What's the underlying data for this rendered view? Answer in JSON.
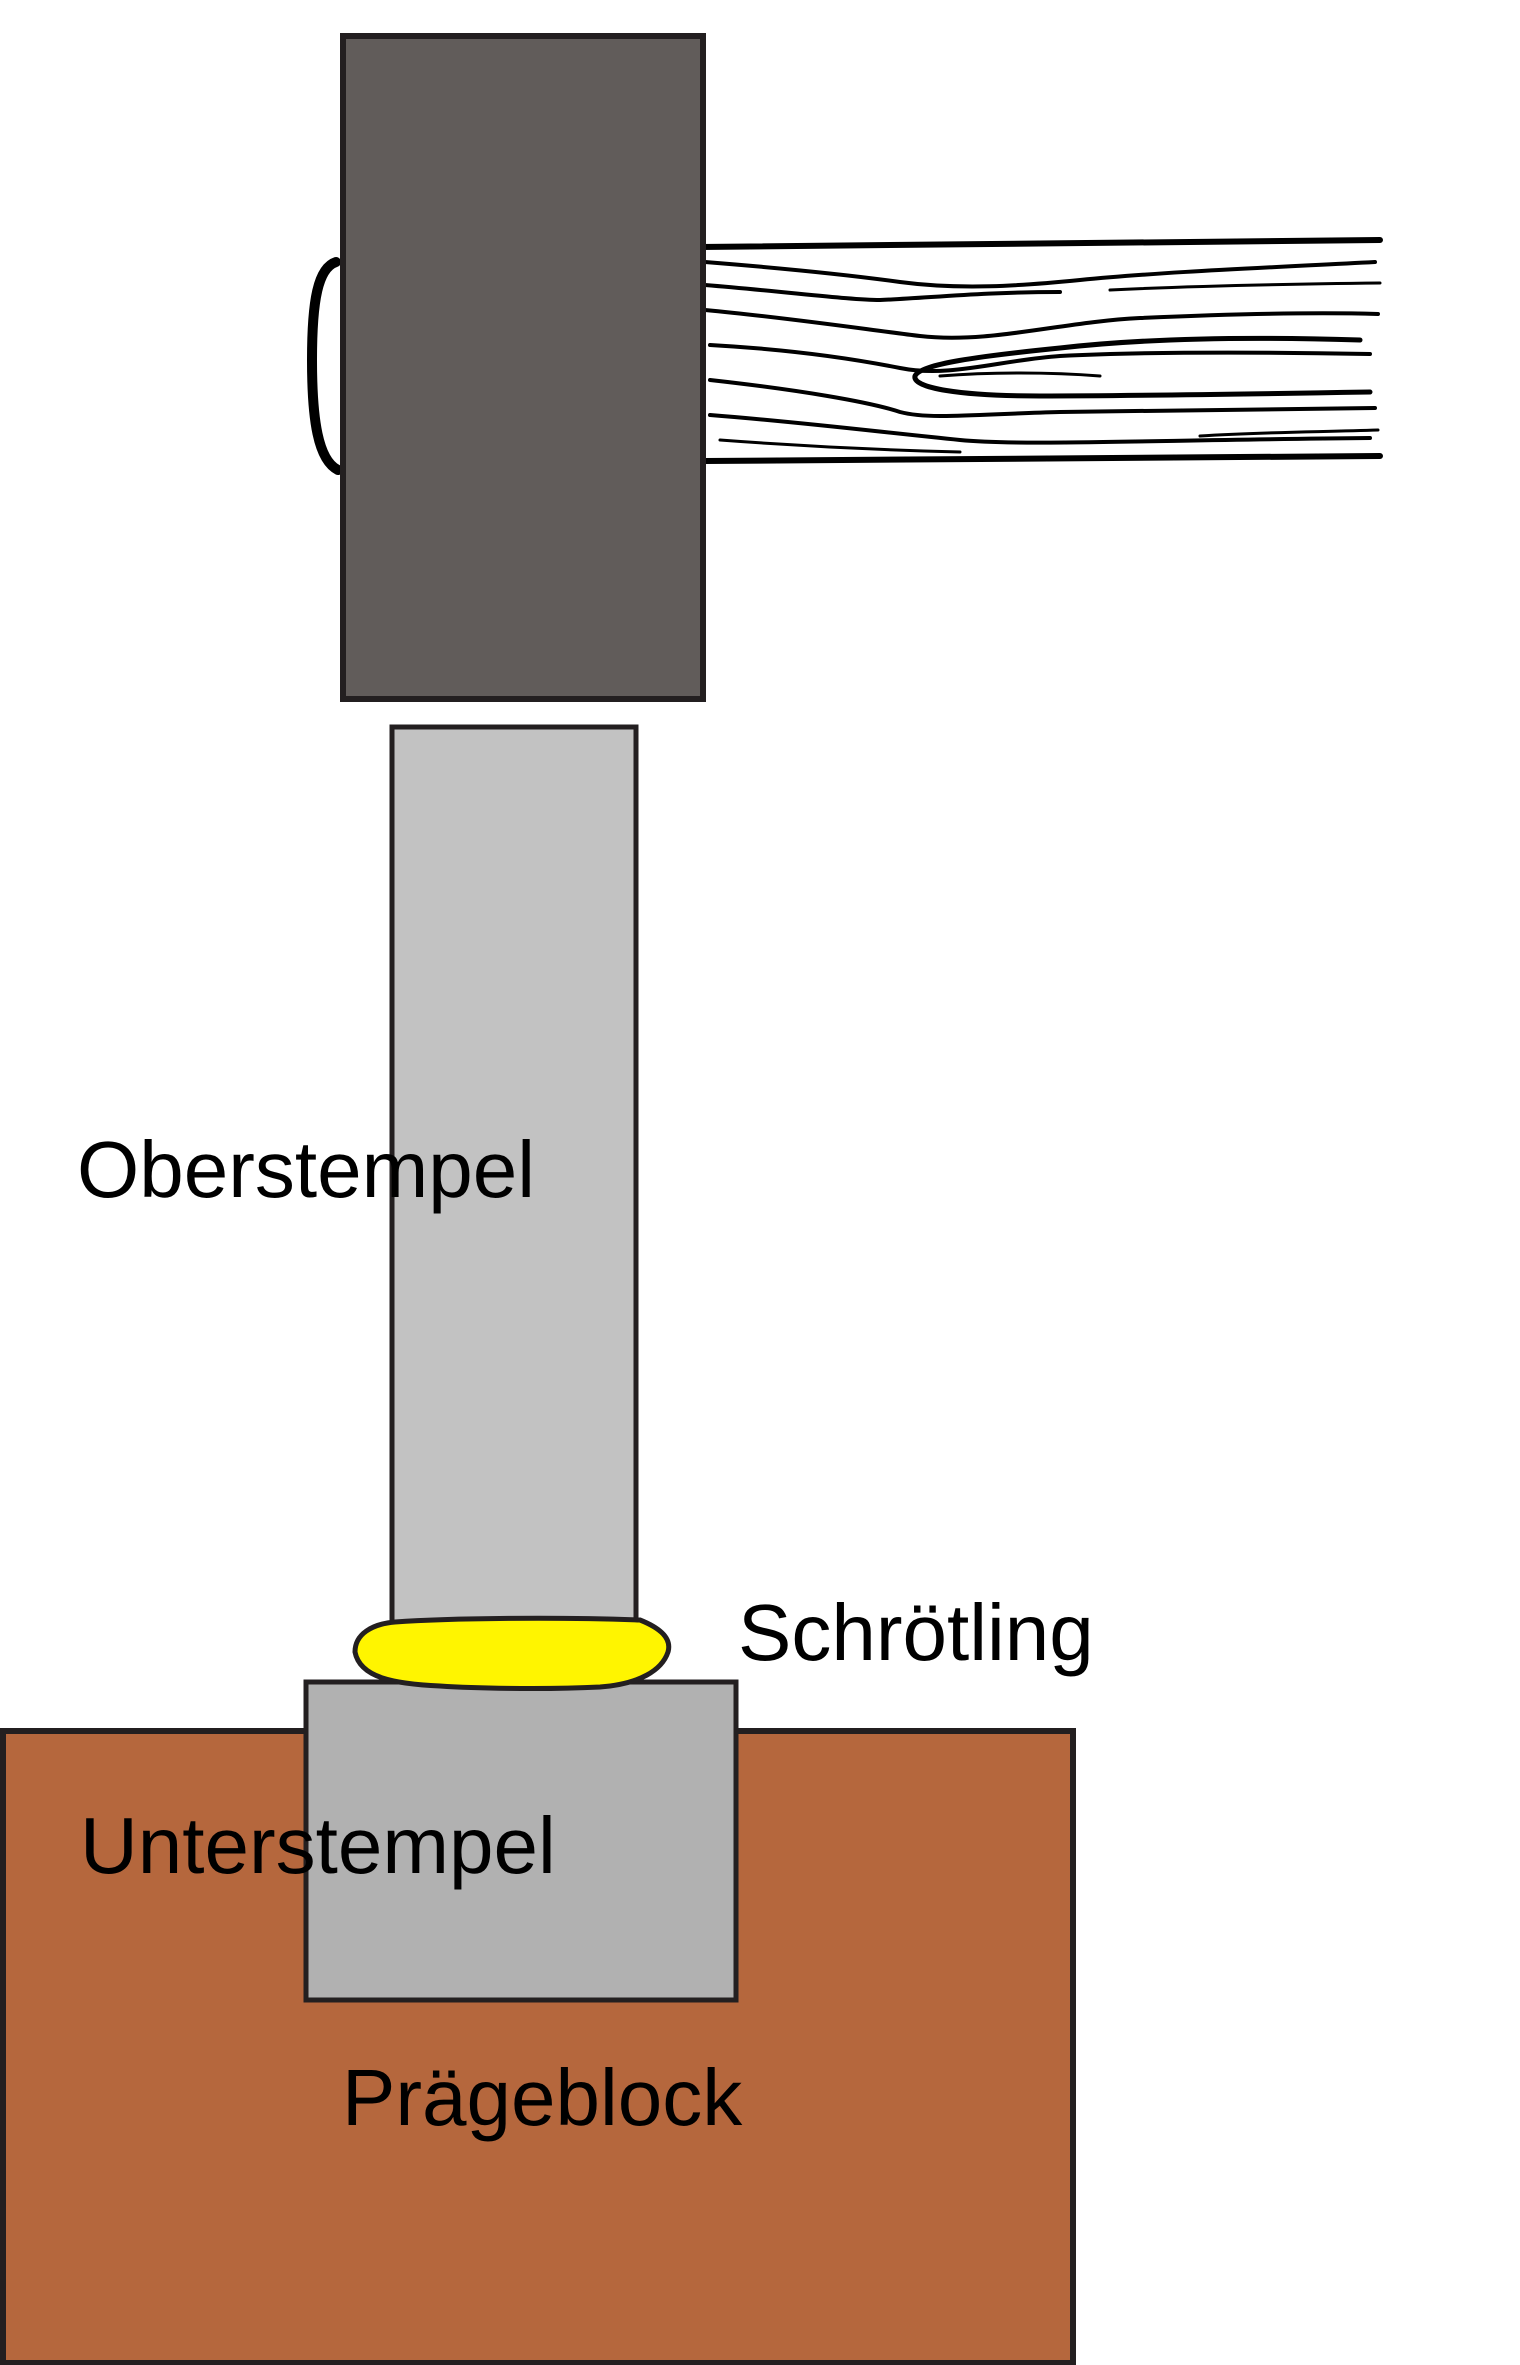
{
  "labels": {
    "oberstempel": "Oberstempel",
    "schroetling": "Schrötling",
    "unterstempel": "Unterstempel",
    "praegeblock": "Prägeblock"
  },
  "colors": {
    "hammer_head": "#615c5a",
    "upper_die": "#c2c2c2",
    "lower_die": "#b1b1b1",
    "minting_block": "#b5673d",
    "coin_blank": "#fff500",
    "outline": "#231f20",
    "background": "#ffffff"
  }
}
